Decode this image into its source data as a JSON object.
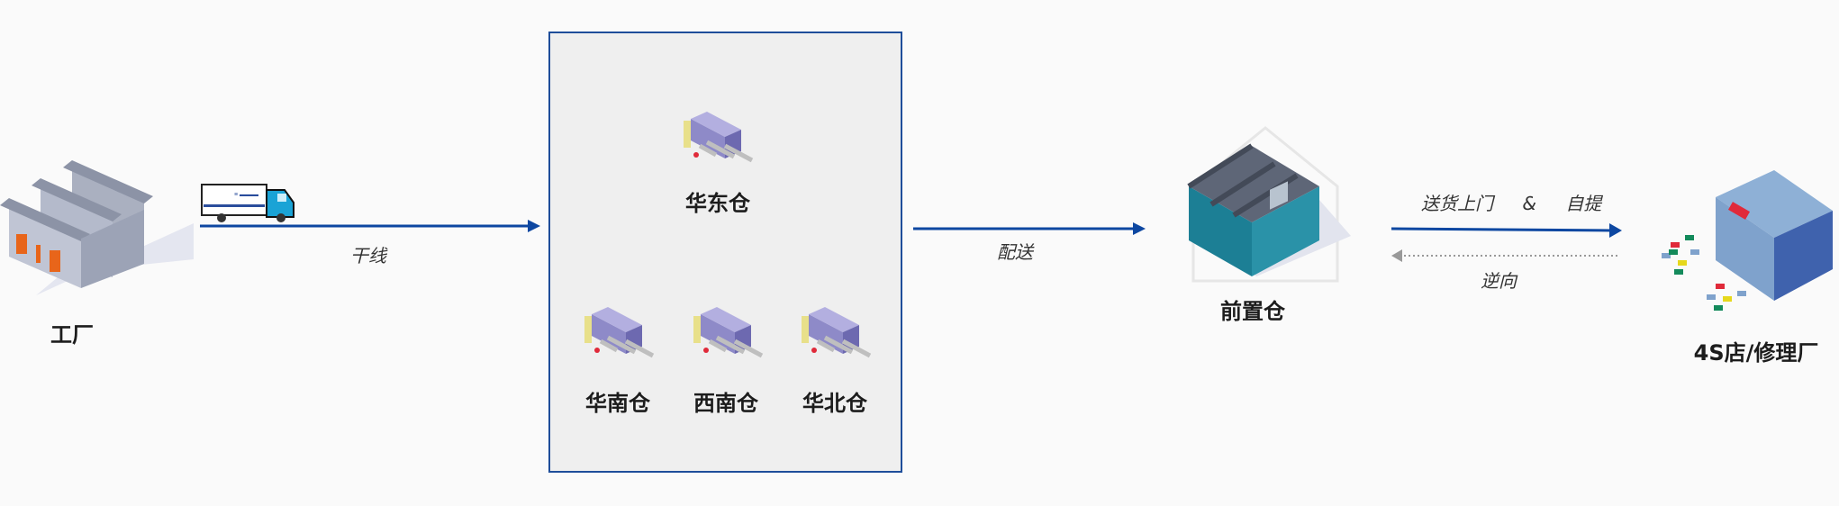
{
  "nodes": {
    "factory": "工厂",
    "east": "华东仓",
    "south": "华南仓",
    "southwest": "西南仓",
    "north": "华北仓",
    "front": "前置仓",
    "store": "4S店/修理厂"
  },
  "edges": {
    "trunk": "干线",
    "distribution": "配送",
    "delivery": "送货上门",
    "amp": "&",
    "pickup": "自提",
    "reverse": "逆向"
  },
  "colors": {
    "arrow": "#0d47a1",
    "region_border": "#1f4e9a",
    "region_fill": "#efefef",
    "reverse_arrow": "#999999"
  }
}
